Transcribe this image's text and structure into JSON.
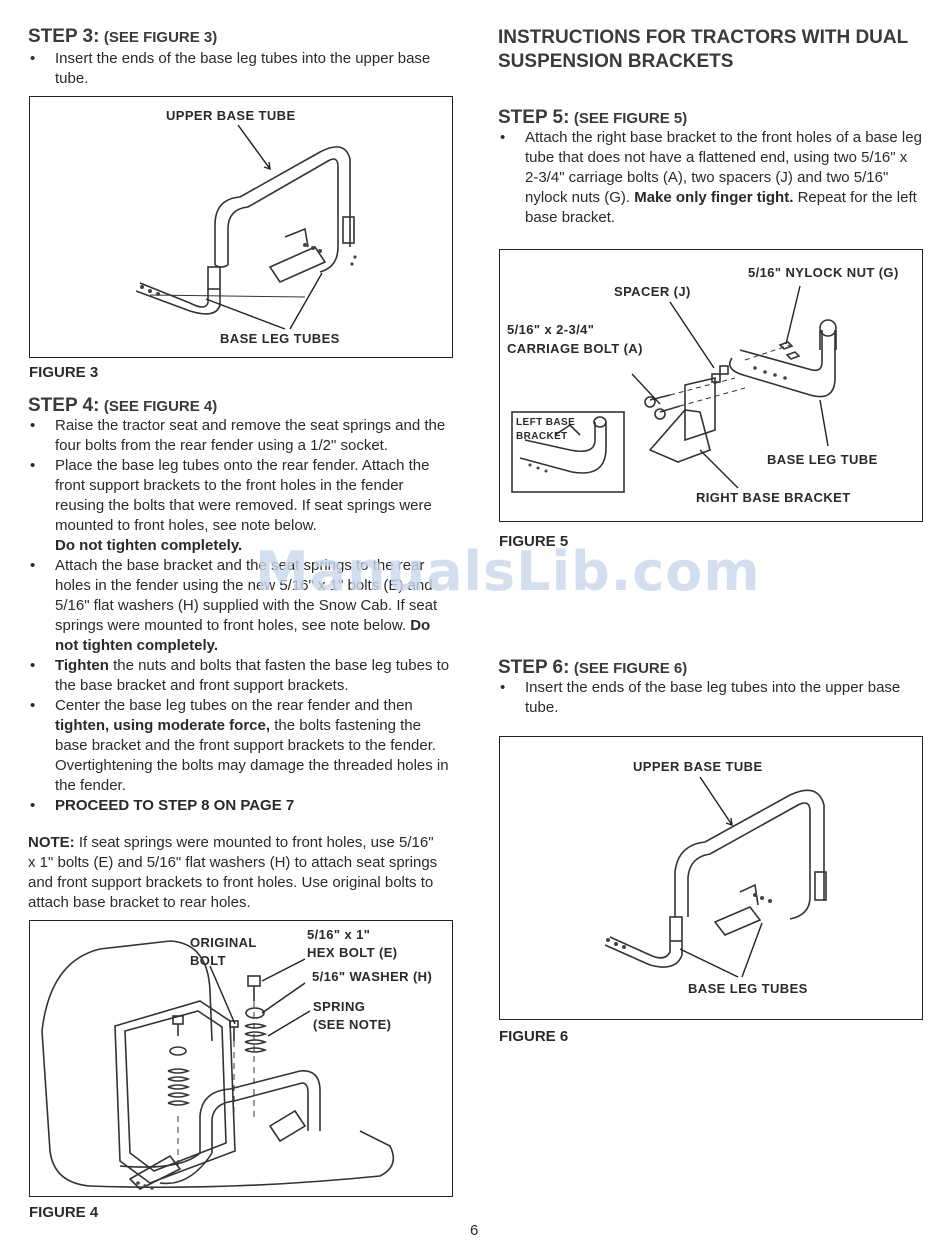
{
  "step3": {
    "num": "STEP 3:",
    "ref": "(SEE FIGURE 3)",
    "bullets": [
      "Insert the ends of the base leg tubes into the upper base tube."
    ]
  },
  "figure3": {
    "upper_label": "UPPER BASE TUBE",
    "lower_label": "BASE LEG TUBES",
    "caption": "FIGURE 3"
  },
  "step4": {
    "num": "STEP 4:",
    "ref": "(SEE FIGURE 4)",
    "b1": "Raise the tractor seat and remove the seat springs and the four bolts from the rear fender using a 1/2\" socket.",
    "b2_text": "Place the base leg tubes onto the rear fender. Attach the front support brackets to the front holes in the fender reusing the bolts that were removed. If seat springs were mounted to front holes, see note below.",
    "b2_bold": "Do not tighten completely.",
    "b3_text": "Attach the base bracket and the seat springs to the rear holes in the fender using the new 5/16\" x 1\" bolts (E) and 5/16\" flat washers (H) supplied with the Snow Cab. If seat springs were mounted to front holes, see note below.",
    "b3_bold": "Do not tighten completely.",
    "b4_bold": "Tighten",
    "b4_text": "the nuts and bolts that fasten the base leg tubes to the base bracket and front support brackets.",
    "b5_a": "Center the base leg tubes on the rear fender and then",
    "b5_bold": "tighten, using moderate force,",
    "b5_b": "the bolts fastening the base bracket and the front support brackets to the fender. Overtightening the bolts may damage the threaded holes in the fender.",
    "b6_bold": "PROCEED TO STEP 8 ON PAGE 7"
  },
  "note": {
    "label": "NOTE:",
    "text": "If seat springs were mounted to front holes, use 5/16\" x 1\" bolts (E) and 5/16\" flat washers (H) to attach seat springs and front support brackets to front holes. Use original bolts to attach base bracket to rear holes."
  },
  "figure4": {
    "original_bolt_1": "ORIGINAL",
    "original_bolt_2": "BOLT",
    "hex_1": "5/16\" x 1\"",
    "hex_2": "HEX BOLT (E)",
    "washer": "5/16\" WASHER (H)",
    "spring_1": "SPRING",
    "spring_2": "(SEE NOTE)",
    "caption": "FIGURE 4"
  },
  "dual": {
    "title_1": "INSTRUCTIONS FOR TRACTORS WITH DUAL",
    "title_2": "SUSPENSION BRACKETS"
  },
  "step5": {
    "num": "STEP 5:",
    "ref": "(SEE FIGURE 5)",
    "text": "Attach the right base bracket to the front holes of a base leg tube that does not have a flattened end, using two 5/16\" x 2-3/4\" carriage bolts (A), two spacers (J) and two 5/16\" nylock nuts (G).",
    "bold": "Make only finger tight.",
    "tail": "Repeat for the left base bracket."
  },
  "figure5": {
    "nylock": "5/16\" NYLOCK NUT (G)",
    "spacer": "SPACER (J)",
    "carriage_1": "5/16\" x 2-3/4\"",
    "carriage_2": "CARRIAGE BOLT (A)",
    "left_1": "LEFT BASE",
    "left_2": "BRACKET",
    "base_leg": "BASE LEG TUBE",
    "right_bracket": "RIGHT BASE BRACKET",
    "caption": "FIGURE 5"
  },
  "step6": {
    "num": "STEP 6:",
    "ref": "(SEE FIGURE 6)",
    "bullets": [
      "Insert the ends of the base leg tubes into the upper base tube."
    ]
  },
  "figure6": {
    "upper_label": "UPPER BASE TUBE",
    "lower_label": "BASE LEG TUBES",
    "caption": "FIGURE 6"
  },
  "watermark": "ManualsLib.com",
  "page_number": "6"
}
